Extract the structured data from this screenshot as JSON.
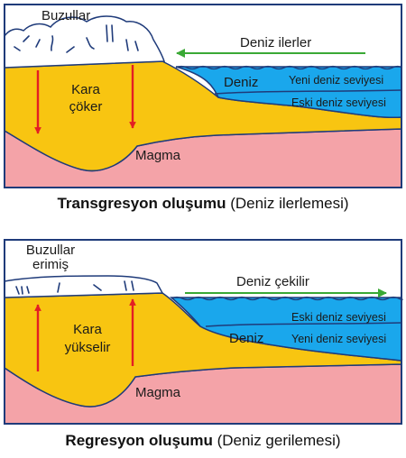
{
  "colors": {
    "magma": "#f4a3a8",
    "land": "#f8c511",
    "sea": "#1aa7ec",
    "ice": "#ffffff",
    "arrow_red": "#e31e24",
    "arrow_green": "#3aa935",
    "stroke": "#1f3b7a"
  },
  "panel1": {
    "glaciers": "Buzullar",
    "sea_advances": "Deniz ilerler",
    "sea": "Deniz",
    "new_sea_level": "Yeni deniz seviyesi",
    "old_sea_level": "Eski deniz seviyesi",
    "land_line1": "Kara",
    "land_line2": "çöker",
    "magma": "Magma",
    "caption_bold": "Transgresyon oluşumu",
    "caption_normal": "(Deniz ilerlemesi)"
  },
  "panel2": {
    "glaciers_line1": "Buzullar",
    "glaciers_line2": "erimiş",
    "sea_retreats": "Deniz çekilir",
    "old_sea_level": "Eski deniz seviyesi",
    "sea": "Deniz",
    "new_sea_level": "Yeni deniz seviyesi",
    "land_line1": "Kara",
    "land_line2": "yükselir",
    "magma": "Magma",
    "caption_bold": "Regresyon oluşumu",
    "caption_normal": "(Deniz gerilemesi)"
  }
}
